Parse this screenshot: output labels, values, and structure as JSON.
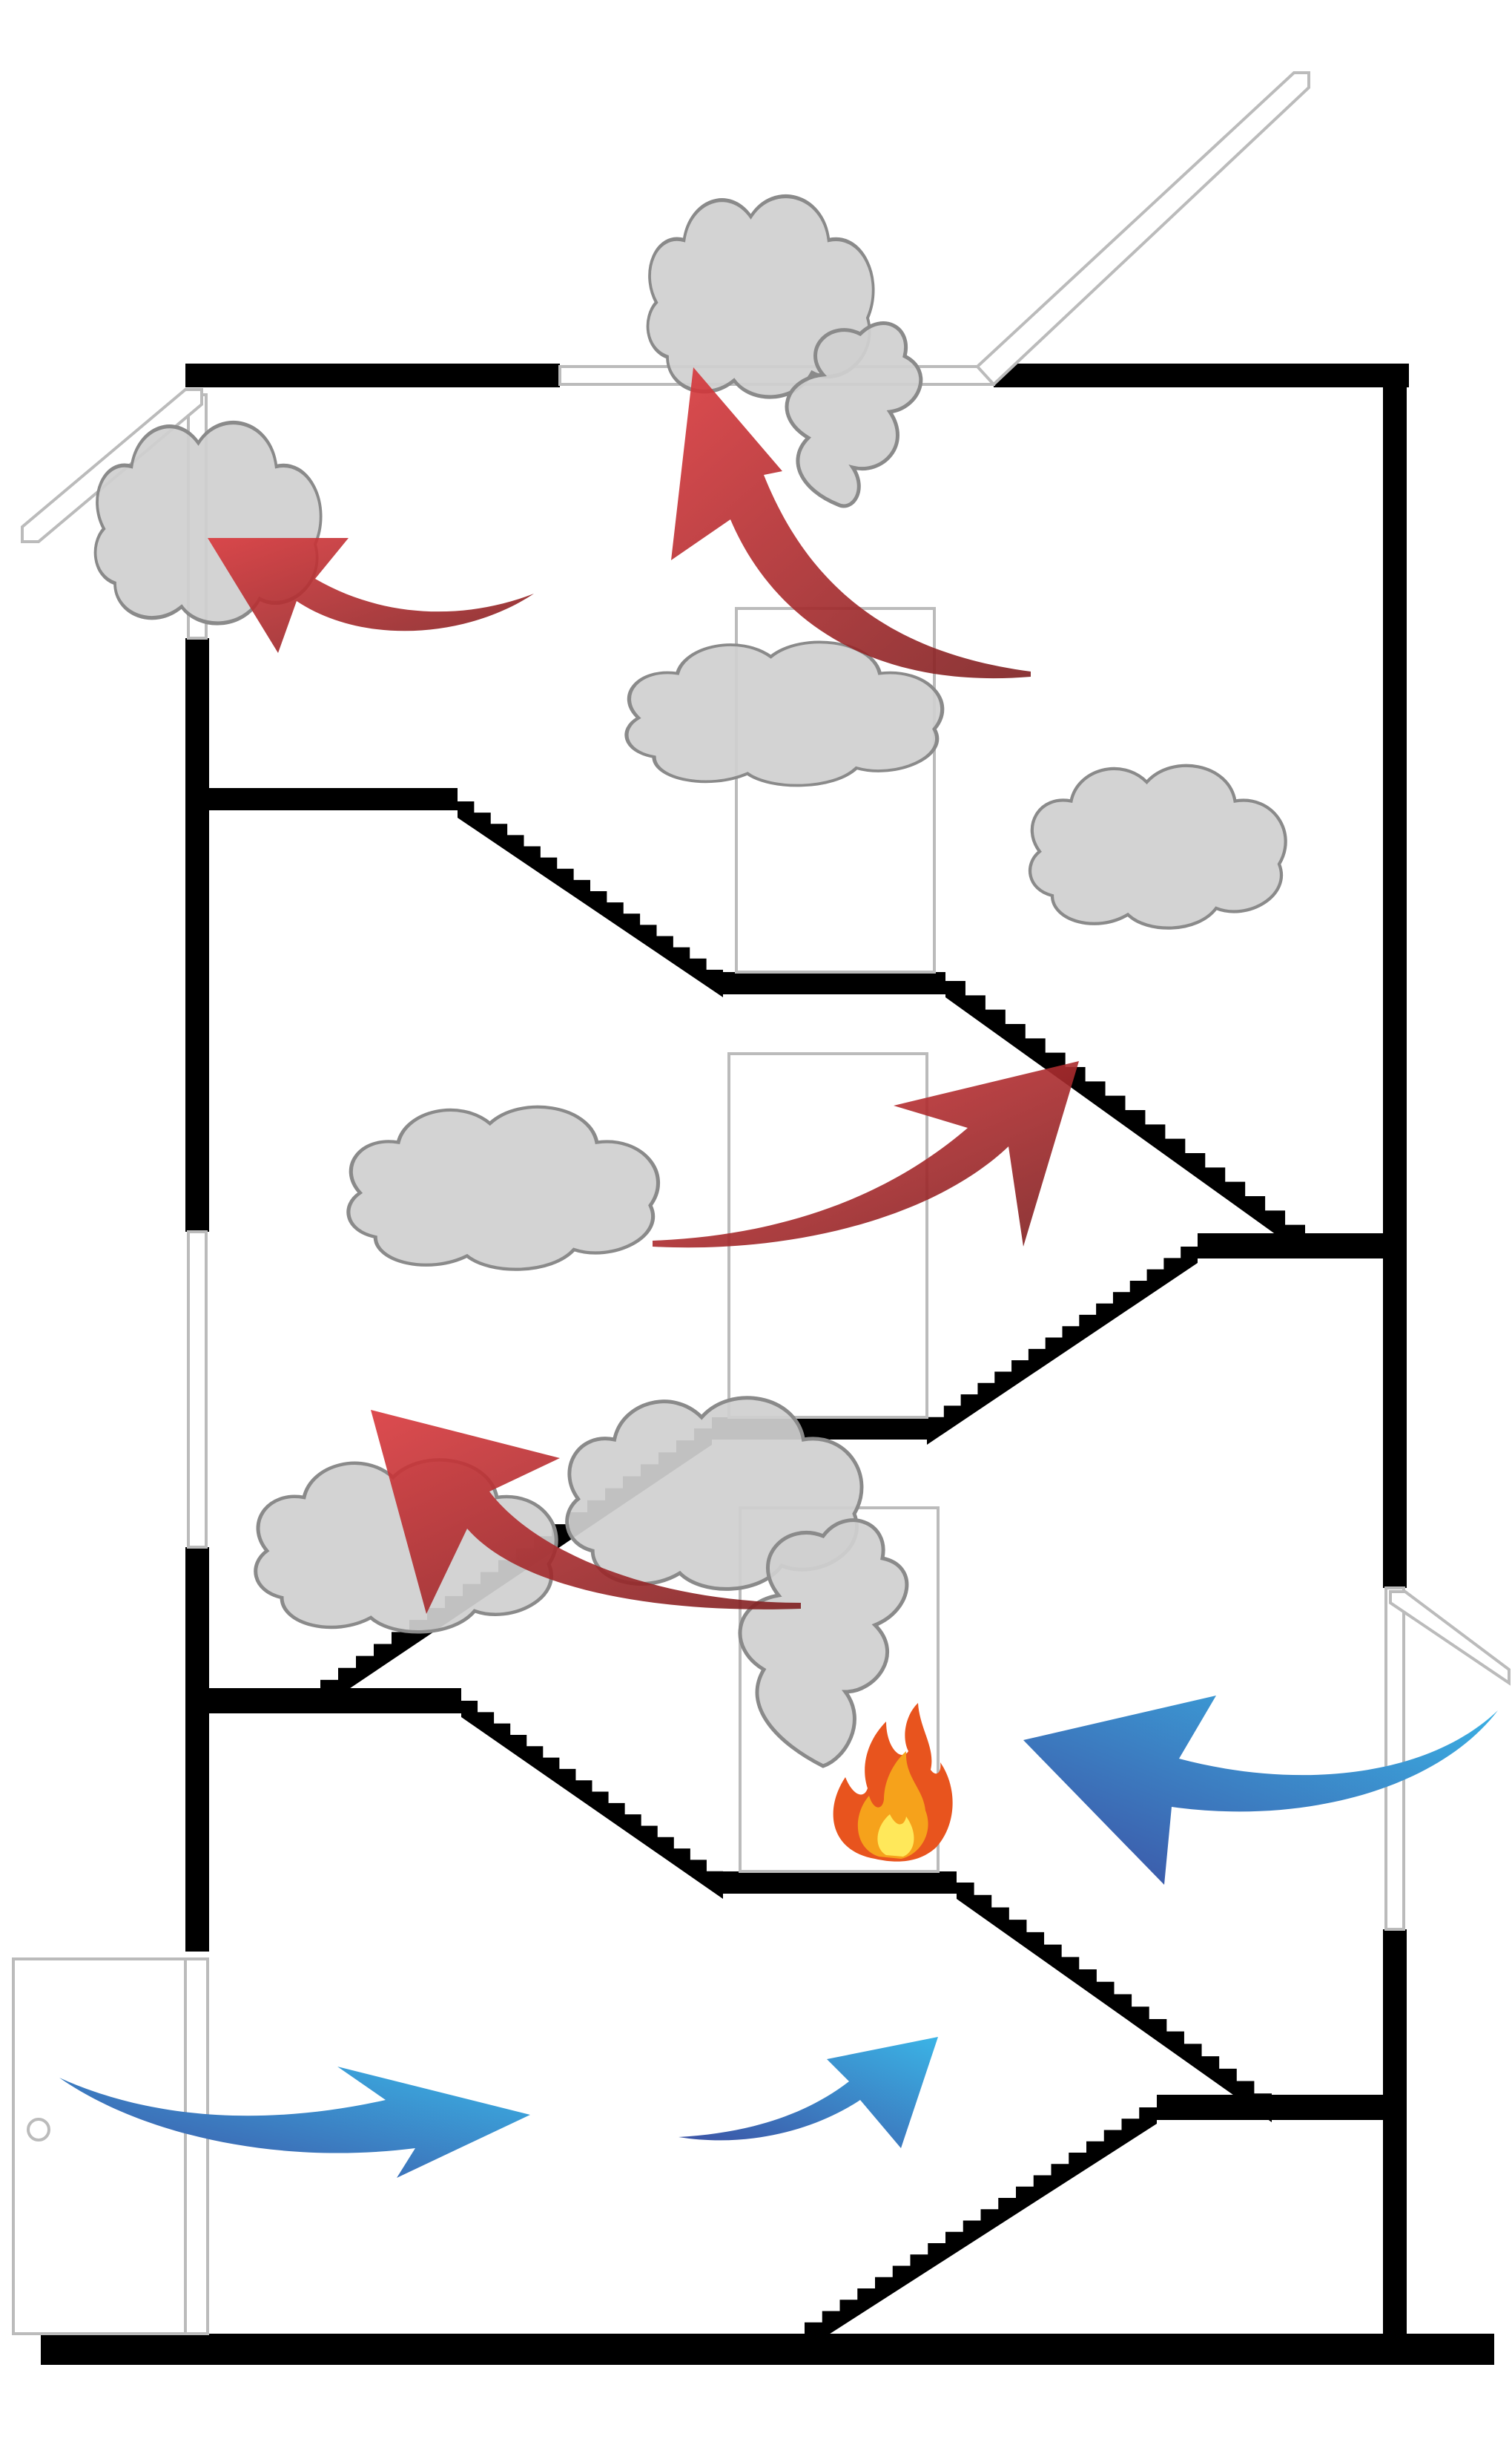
{
  "title": "",
  "colors": {
    "wall": "#000000",
    "smoke_fill": "#d0d0d0",
    "smoke_stroke": "#8a8a8a",
    "hot_arrow_light": "#d9383c",
    "hot_arrow_dark": "#7d1f20",
    "cold_arrow_light": "#3bb4e6",
    "cold_arrow_dark": "#3c4fa2",
    "flame_outer": "#e8541e",
    "flame_mid": "#f6a21b",
    "flame_inner": "#ffe85a",
    "opening": "#bbbbbb"
  },
  "icons": {
    "fire": "fire-icon",
    "smoke": "smoke-cloud-icon",
    "hot_flow": "hot-smoke-flow-arrow",
    "cold_flow": "fresh-air-flow-arrow",
    "door": "entrance-door",
    "skylight": "roof-skylight-open",
    "window": "open-window"
  }
}
